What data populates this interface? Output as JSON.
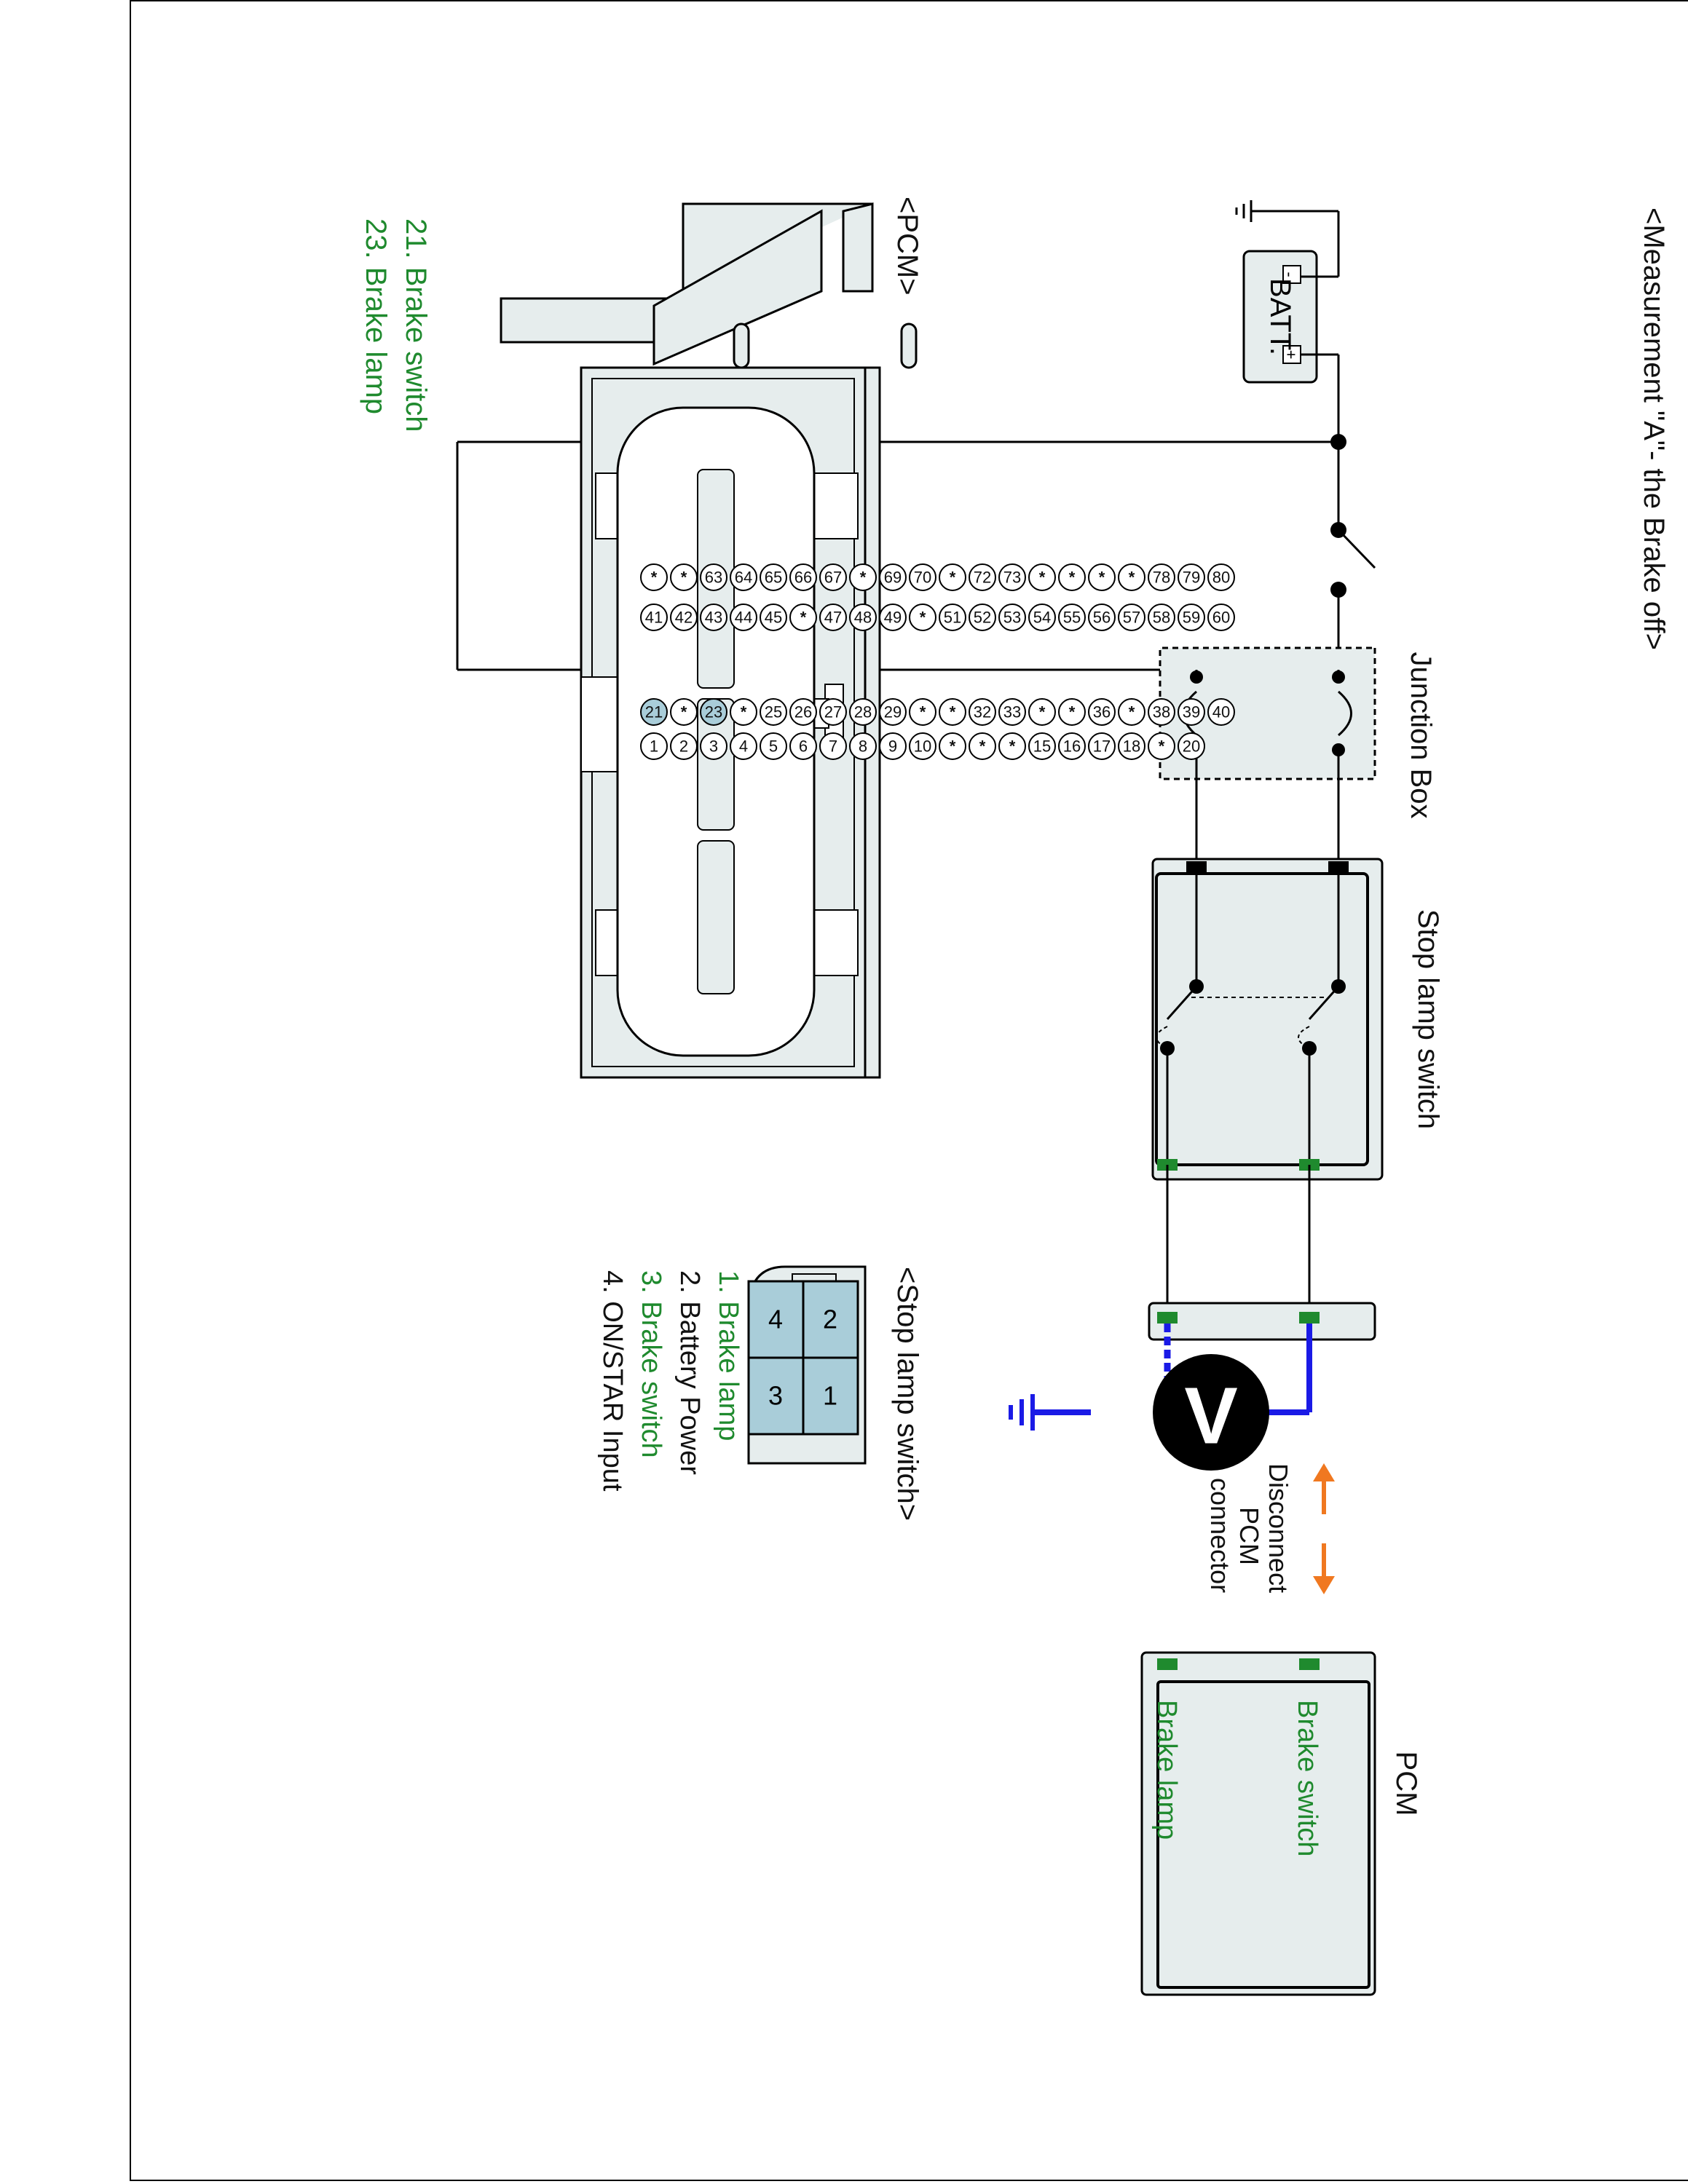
{
  "titles": {
    "measurement": "<Measurement \"A\"- the Brake off>",
    "pcm_header": "<PCM>",
    "stop_lamp_header": "<Stop lamp switch>"
  },
  "components": {
    "battery": "BATT.",
    "battery_plus": "+",
    "battery_minus": "-",
    "junction_box": "Junction Box",
    "stop_lamp_switch": "Stop lamp switch",
    "pcm": "PCM",
    "pcm_brake_switch": "Brake switch",
    "pcm_brake_lamp": "Brake lamp",
    "voltmeter": "V",
    "disconnect_line1": "Disconnect",
    "disconnect_line2": "PCM",
    "disconnect_line3": "connector"
  },
  "pcm_pin_legend": [
    "21. Brake switch",
    "23. Brake lamp"
  ],
  "stop_lamp_legend": [
    {
      "text": "1. Brake lamp",
      "highlight": true
    },
    {
      "text": "2. Battery Power",
      "highlight": false
    },
    {
      "text": "3. Brake switch",
      "highlight": true
    },
    {
      "text": "4. ON/STAR Input",
      "highlight": false
    }
  ],
  "stop_lamp_pins": {
    "top_left": "2",
    "top_right": "1",
    "bottom_left": "4",
    "bottom_right": "3"
  },
  "pcm_connector": {
    "rows": [
      [
        "20",
        "*",
        "18",
        "17",
        "16",
        "15",
        "*",
        "*",
        "*",
        "10",
        "9",
        "8",
        "7",
        "6",
        "5",
        "4",
        "3",
        "2",
        "1"
      ],
      [
        "40",
        "39",
        "38",
        "*",
        "36",
        "*",
        "*",
        "33",
        "32",
        "*",
        "*",
        "29",
        "28",
        "27",
        "26",
        "25",
        "*",
        "23",
        "*",
        "21"
      ],
      [
        "60",
        "59",
        "58",
        "57",
        "56",
        "55",
        "54",
        "53",
        "52",
        "51",
        "*",
        "49",
        "48",
        "47",
        "*",
        "45",
        "44",
        "43",
        "42",
        "41"
      ],
      [
        "80",
        "79",
        "78",
        "*",
        "*",
        "*",
        "*",
        "73",
        "72",
        "*",
        "70",
        "69",
        "*",
        "67",
        "66",
        "65",
        "64",
        "63",
        "*",
        "*"
      ]
    ],
    "highlighted_pins": [
      "21",
      "23"
    ]
  },
  "colors": {
    "highlight_green": "#1f8a2e",
    "probe_blue": "#1a1ae6",
    "arrow_orange": "#f07820",
    "pin_highlight": "#a9cdd9",
    "component_fill": "#e6eded"
  }
}
